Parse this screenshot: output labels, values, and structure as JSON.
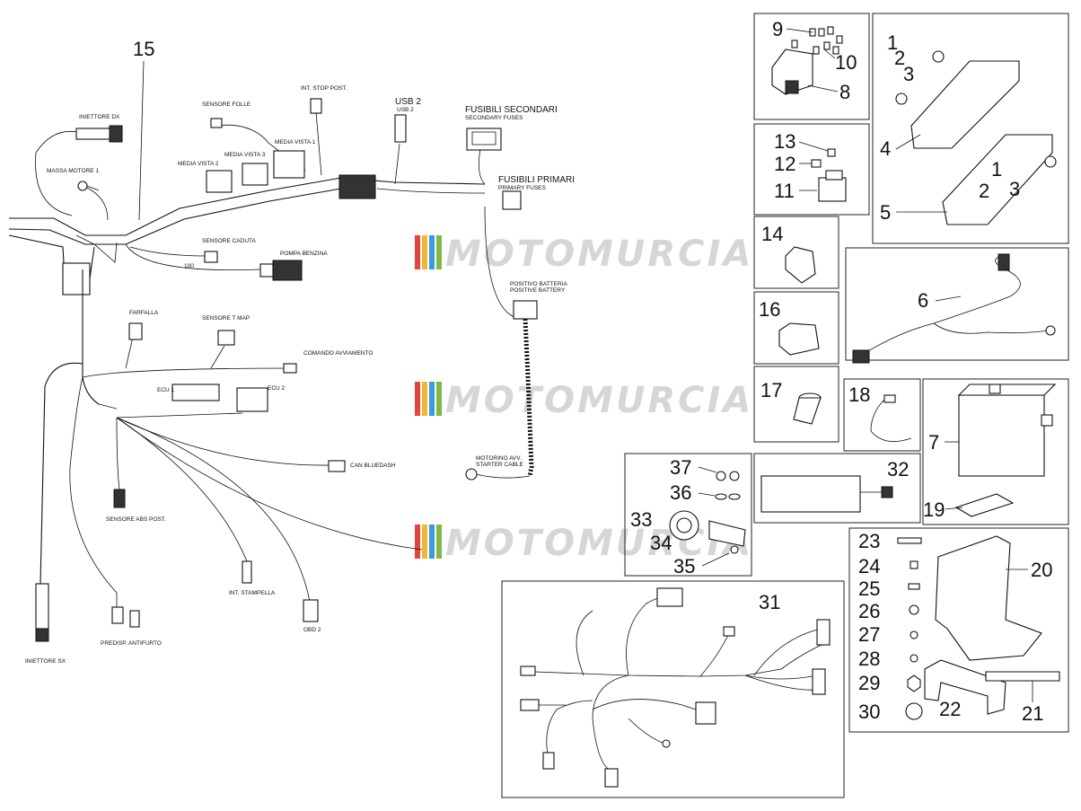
{
  "watermark": {
    "text": "MOTOMURCIA",
    "stripe_colors": [
      "#e2453a",
      "#f2b632",
      "#3a9bd6",
      "#7fb843"
    ]
  },
  "callouts": {
    "c1a": "1",
    "c2a": "2",
    "c3a": "3",
    "c4": "4",
    "c1b": "1",
    "c2b": "2",
    "c3b": "3",
    "c5": "5",
    "c6": "6",
    "c7": "7",
    "c8": "8",
    "c9": "9",
    "c10": "10",
    "c11": "11",
    "c12": "12",
    "c13": "13",
    "c14": "14",
    "c15": "15",
    "c16": "16",
    "c17": "17",
    "c18": "18",
    "c19": "19",
    "c20": "20",
    "c21": "21",
    "c22": "22",
    "c23": "23",
    "c24": "24",
    "c25": "25",
    "c26": "26",
    "c27": "27",
    "c28": "28",
    "c29": "29",
    "c30": "30",
    "c31": "31",
    "c32": "32",
    "c33": "33",
    "c34": "34",
    "c35": "35",
    "c36": "36",
    "c37": "37"
  },
  "labels": {
    "usb": "USB 2",
    "usb_sub": "USB 2",
    "fuse_secondary": "FUSIBILI SECONDARI",
    "fuse_secondary_sub": "SECONDARY FUSES",
    "fuse_primary": "FUSIBILI PRIMARI",
    "fuse_primary_sub": "PRIMARY FUSES",
    "battery_positive": "POSITIVO BATTERIA",
    "battery_positive_sub": "POSITIVE BATTERY",
    "starter": "MOTORINO AVV.",
    "starter_sub": "STARTER CABLE",
    "injector_dx": "INIETTORE DX",
    "injector_sx": "INIETTORE SX",
    "ground": "MASSA MOTORE 1",
    "neutral_sensor": "SENSORE FOLLE",
    "stop_switch": "INT. STOP POST.",
    "tip_sensor": "SENSORE CADUTA",
    "fuel_pump": "POMPA BENZINA",
    "headlamp": "FARFALLA",
    "map_sensor": "SENSORE T MAP",
    "controls": "COMANDO AVVIAMENTO",
    "ecu1": "ECU 1",
    "ecu2": "ECU 2",
    "abs_sensor": "SENSORE ABS POST.",
    "can_bluedash": "CAN BLUEDASH",
    "side_stand": "INT. STAMPELLA",
    "obd": "OBD 2",
    "antitheft": "PREDISP. ANTIFURTO",
    "view1": "MEDIA VISTA 1",
    "view2": "MEDIA VISTA 2",
    "view3": "MEDIA VISTA 3",
    "tag_100": "100"
  }
}
